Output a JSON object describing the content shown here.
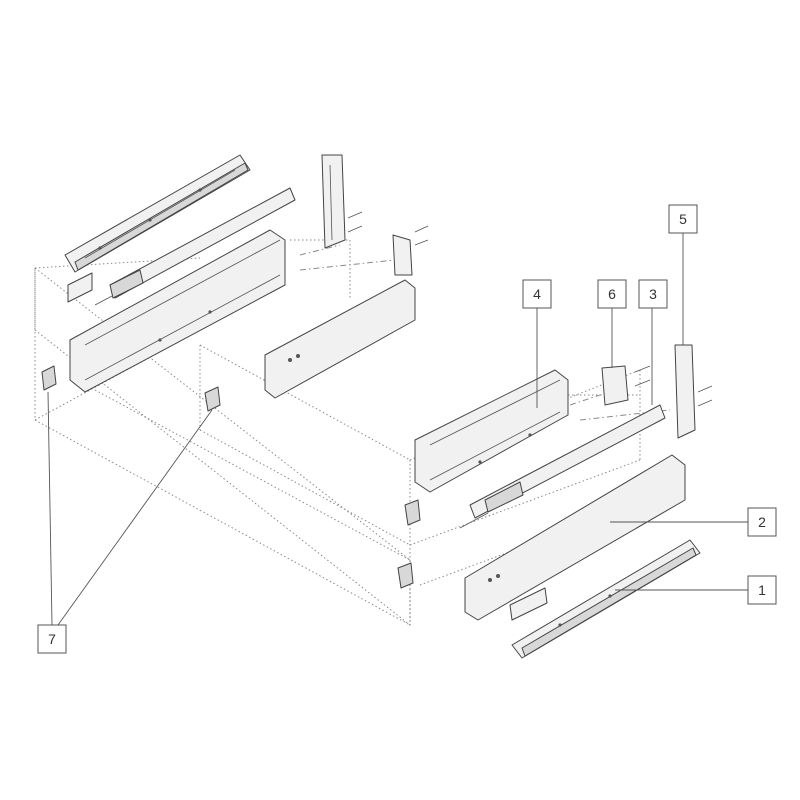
{
  "callouts": {
    "c1": "1",
    "c2": "2",
    "c3": "3",
    "c4": "4",
    "c5": "5",
    "c6": "6",
    "c7": "7"
  },
  "colors": {
    "line": "#444444",
    "fill": "#f1f1f1",
    "cabinet": "#8a8a8a"
  }
}
